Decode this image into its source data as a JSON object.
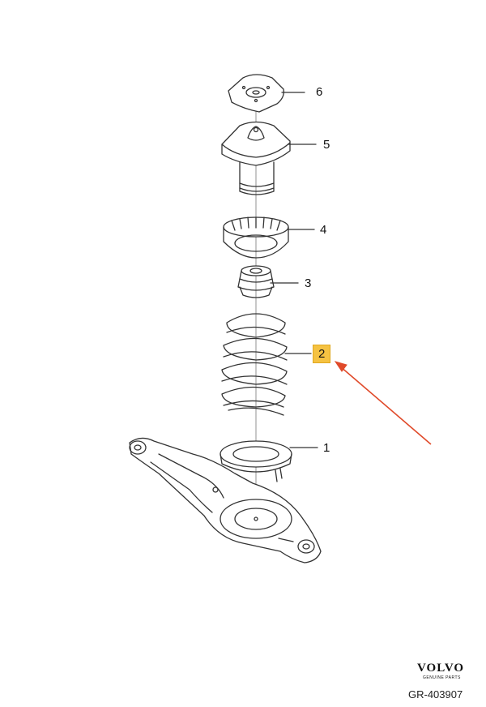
{
  "callouts": {
    "c1": "1",
    "c2": "2",
    "c3": "3",
    "c4": "4",
    "c5": "5",
    "c6": "6"
  },
  "highlighted_callout": "2",
  "colors": {
    "highlight": "#f5c242",
    "arrow": "#e04a2a",
    "line": "#333333"
  },
  "brand": {
    "name": "VOLVO",
    "tagline": "GENUINE PARTS"
  },
  "drawing_code": "GR-403907"
}
